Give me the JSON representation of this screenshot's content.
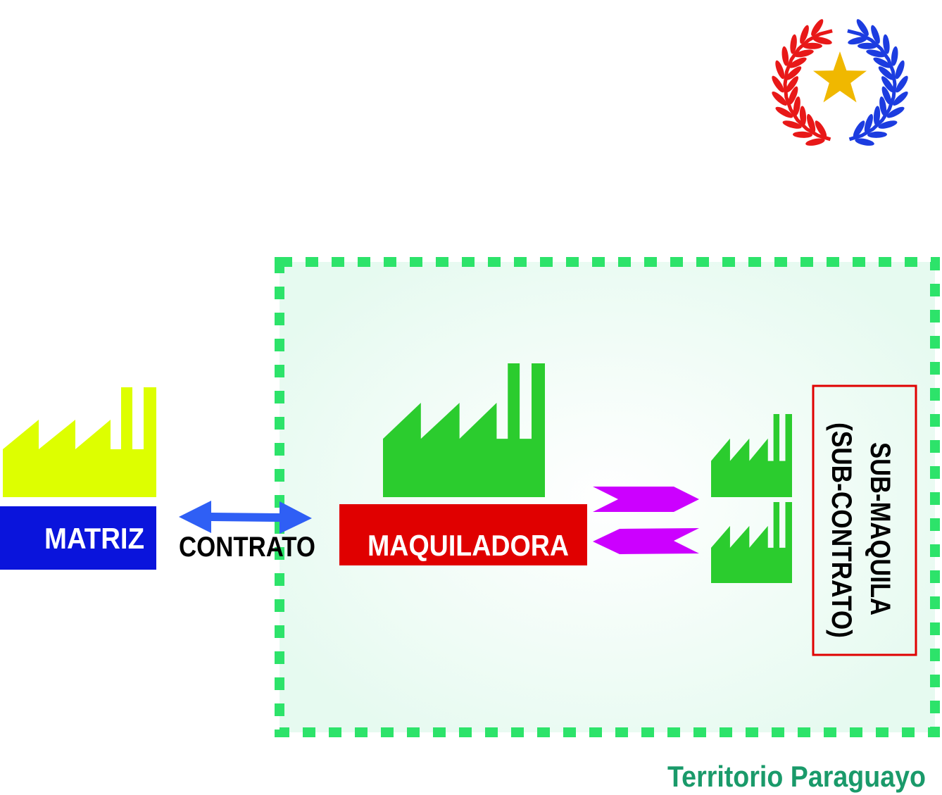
{
  "emblem": {
    "name": "paraguay-coat-of-arms",
    "colors": {
      "star": "#f0b800",
      "left_branch": "#e81818",
      "right_branch": "#1c3ce0"
    }
  },
  "matriz": {
    "label": "MATRIZ",
    "color": "#0a14dc",
    "factory_color": "#ddff00"
  },
  "contrato": {
    "label": "CONTRATO",
    "arrow_color": "#2f5ff5"
  },
  "maquiladora": {
    "label": "MAQUILADORA",
    "color": "#e00000",
    "factory_color": "#2bcc2e"
  },
  "flow_arrows": {
    "color": "#cc00ff"
  },
  "sub_maquila": {
    "line1": "SUB-MAQUILA",
    "line2": "(SUB-CONTRATO)",
    "border_color": "#e00000"
  },
  "territory": {
    "label": "Territorio Paraguayo",
    "border_color": "#2de36a",
    "label_color": "#1a9a6a"
  }
}
